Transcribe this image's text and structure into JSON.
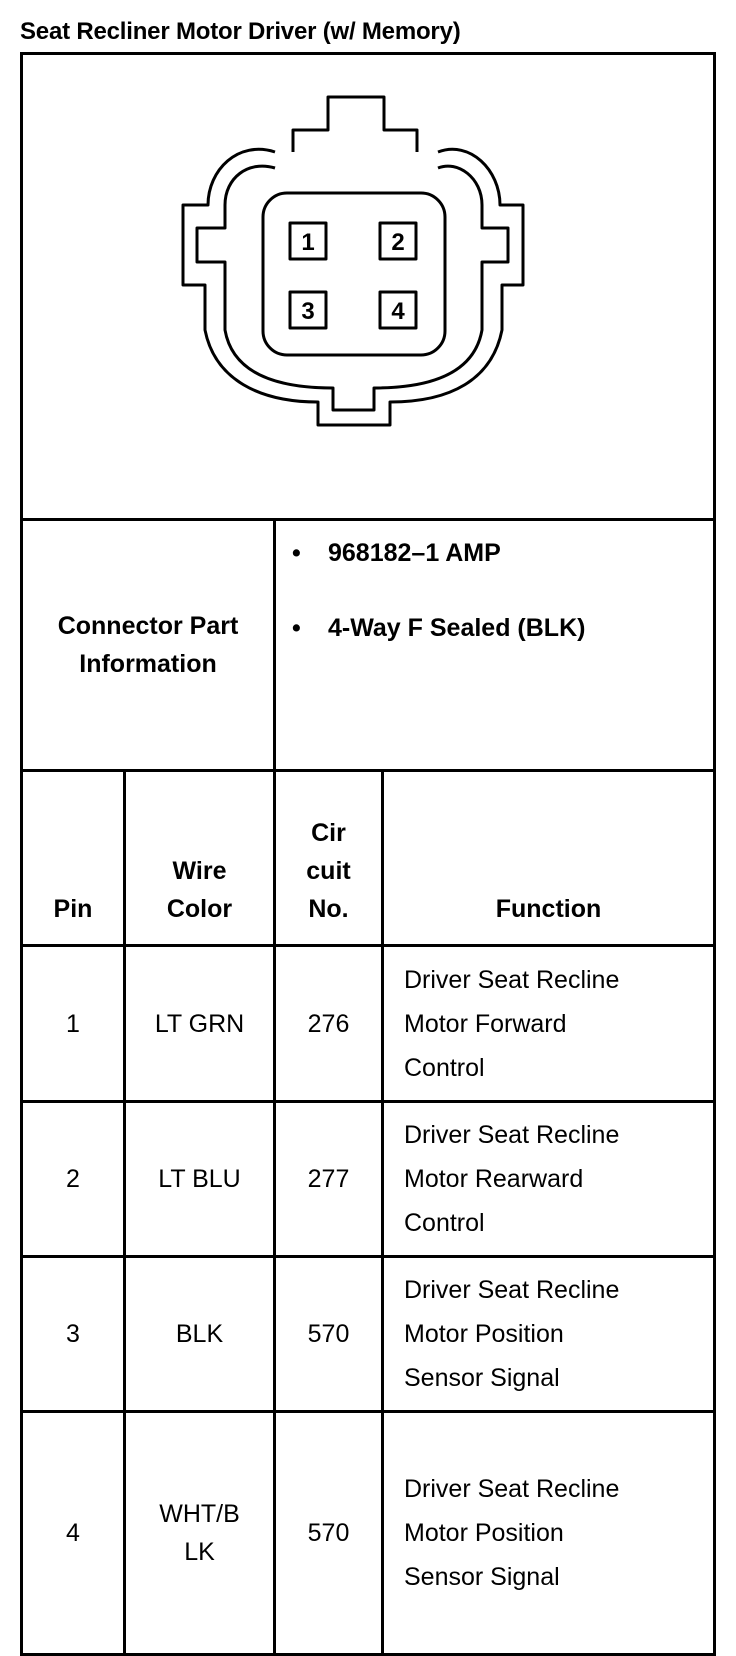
{
  "title": "Seat Recliner Motor  Driver (w/ Memory)",
  "connector": {
    "pins": [
      "1",
      "2",
      "3",
      "4"
    ]
  },
  "part_info": {
    "label_line1": "Connector Part",
    "label_line2": "Information",
    "bullets": [
      "968182–1 AMP",
      "4-Way F Sealed (BLK)"
    ]
  },
  "table": {
    "headers": {
      "pin": "Pin",
      "wire_color": [
        "Wire",
        "Color"
      ],
      "circuit": [
        "Cir",
        "cuit",
        "No."
      ],
      "function": "Function"
    },
    "rows": [
      {
        "pin": "1",
        "wire": [
          "LT GRN"
        ],
        "circuit": "276",
        "function": [
          "Driver Seat Recline",
          "Motor Forward",
          "Control"
        ]
      },
      {
        "pin": "2",
        "wire": [
          "LT BLU"
        ],
        "circuit": "277",
        "function": [
          "Driver Seat Recline",
          "Motor Rearward",
          "Control"
        ]
      },
      {
        "pin": "3",
        "wire": [
          "BLK"
        ],
        "circuit": "570",
        "function": [
          "Driver Seat Recline",
          "Motor Position",
          "Sensor Signal"
        ]
      },
      {
        "pin": "4",
        "wire": [
          "WHT/B",
          "LK"
        ],
        "circuit": "570",
        "function": [
          "Driver Seat Recline",
          "Motor Position",
          "Sensor Signal"
        ]
      }
    ]
  }
}
